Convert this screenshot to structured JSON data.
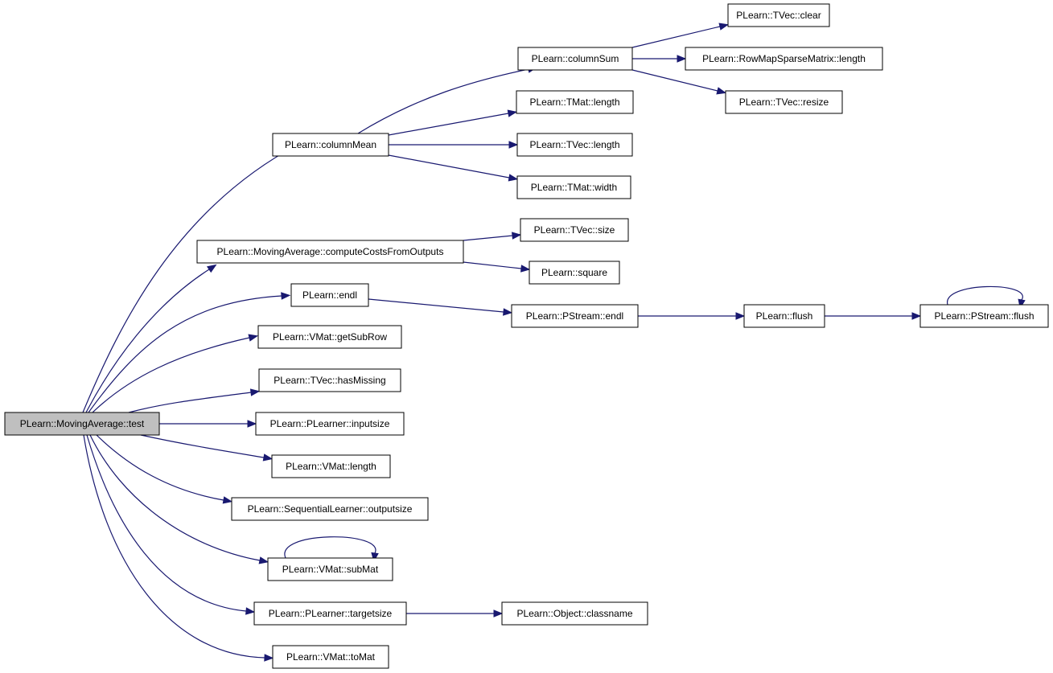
{
  "diagram": {
    "colors": {
      "edge": "#191970",
      "node_border": "#000000",
      "root_fill": "#bfbfbf",
      "node_fill": "#ffffff"
    },
    "nodes": {
      "test": "PLearn::MovingAverage::test",
      "columnMean": "PLearn::columnMean",
      "columnSum": "PLearn::columnSum",
      "tvec_clear": "PLearn::TVec::clear",
      "rowmap_length": "PLearn::RowMapSparseMatrix::length",
      "tvec_resize": "PLearn::TVec::resize",
      "tmat_length": "PLearn::TMat::length",
      "tvec_length": "PLearn::TVec::length",
      "tmat_width": "PLearn::TMat::width",
      "computeCosts": "PLearn::MovingAverage::computeCostsFromOutputs",
      "tvec_size": "PLearn::TVec::size",
      "square": "PLearn::square",
      "endl": "PLearn::endl",
      "pstream_endl": "PLearn::PStream::endl",
      "flush": "PLearn::flush",
      "pstream_flush": "PLearn::PStream::flush",
      "getSubRow": "PLearn::VMat::getSubRow",
      "hasMissing": "PLearn::TVec::hasMissing",
      "inputsize": "PLearn::PLearner::inputsize",
      "vmat_length": "PLearn::VMat::length",
      "outputsize": "PLearn::SequentialLearner::outputsize",
      "subMat": "PLearn::VMat::subMat",
      "targetsize": "PLearn::PLearner::targetsize",
      "classname": "PLearn::Object::classname",
      "toMat": "PLearn::VMat::toMat"
    },
    "edges": [
      [
        "test",
        "columnMean"
      ],
      [
        "test",
        "computeCosts"
      ],
      [
        "test",
        "endl"
      ],
      [
        "test",
        "getSubRow"
      ],
      [
        "test",
        "hasMissing"
      ],
      [
        "test",
        "inputsize"
      ],
      [
        "test",
        "vmat_length"
      ],
      [
        "test",
        "outputsize"
      ],
      [
        "test",
        "subMat"
      ],
      [
        "test",
        "targetsize"
      ],
      [
        "test",
        "toMat"
      ],
      [
        "columnMean",
        "columnSum"
      ],
      [
        "columnMean",
        "tmat_length"
      ],
      [
        "columnMean",
        "tvec_length"
      ],
      [
        "columnMean",
        "tmat_width"
      ],
      [
        "columnSum",
        "tvec_clear"
      ],
      [
        "columnSum",
        "rowmap_length"
      ],
      [
        "columnSum",
        "tvec_resize"
      ],
      [
        "computeCosts",
        "tvec_size"
      ],
      [
        "computeCosts",
        "square"
      ],
      [
        "endl",
        "pstream_endl"
      ],
      [
        "pstream_endl",
        "flush"
      ],
      [
        "flush",
        "pstream_flush"
      ],
      [
        "pstream_flush",
        "pstream_flush"
      ],
      [
        "subMat",
        "subMat"
      ],
      [
        "targetsize",
        "classname"
      ]
    ]
  }
}
